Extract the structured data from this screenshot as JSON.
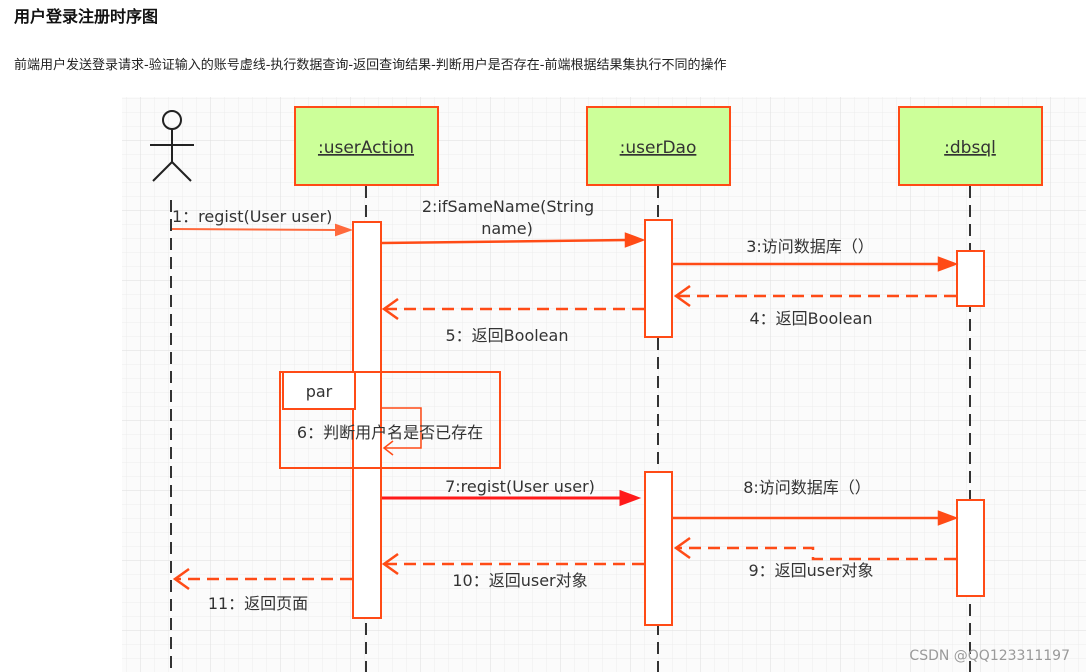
{
  "page": {
    "title": "用户登录注册时序图",
    "description": "前端用户发送登录请求-验证输入的账号虚线-执行数据查询-返回查询结果-判断用户是否存在-前端根据结果集执行不同的操作"
  },
  "diagram": {
    "lifelines": [
      {
        "name": "actor",
        "label": ""
      },
      {
        "name": "userAction",
        "label": ":userAction"
      },
      {
        "name": "userDao",
        "label": ":userDao"
      },
      {
        "name": "dbsql",
        "label": ":dbsql"
      }
    ],
    "messages": [
      {
        "id": "m1",
        "label": "1：regist(User user)"
      },
      {
        "id": "m2a",
        "label": "2:ifSameName(String"
      },
      {
        "id": "m2b",
        "label": "name)"
      },
      {
        "id": "m3",
        "label": "3:访问数据库（）"
      },
      {
        "id": "m4",
        "label": "4：返回Boolean"
      },
      {
        "id": "m5",
        "label": "5：返回Boolean"
      },
      {
        "id": "m6",
        "label": "6：判断用户名是否已存在"
      },
      {
        "id": "m7",
        "label": "7:regist(User user)"
      },
      {
        "id": "m8",
        "label": "8:访问数据库（）"
      },
      {
        "id": "m9",
        "label": "9：返回user对象"
      },
      {
        "id": "m10",
        "label": "10：返回user对象"
      },
      {
        "id": "m11",
        "label": "11：返回页面"
      }
    ],
    "fragment": {
      "label": "par"
    },
    "colors": {
      "arrow": "#ff4b16",
      "box_fill": "#ccff99",
      "box_border": "#ff4b16",
      "lifeline": "#333333",
      "grid": "#e4e4e4"
    }
  },
  "watermark": "CSDN @QQ123311197"
}
